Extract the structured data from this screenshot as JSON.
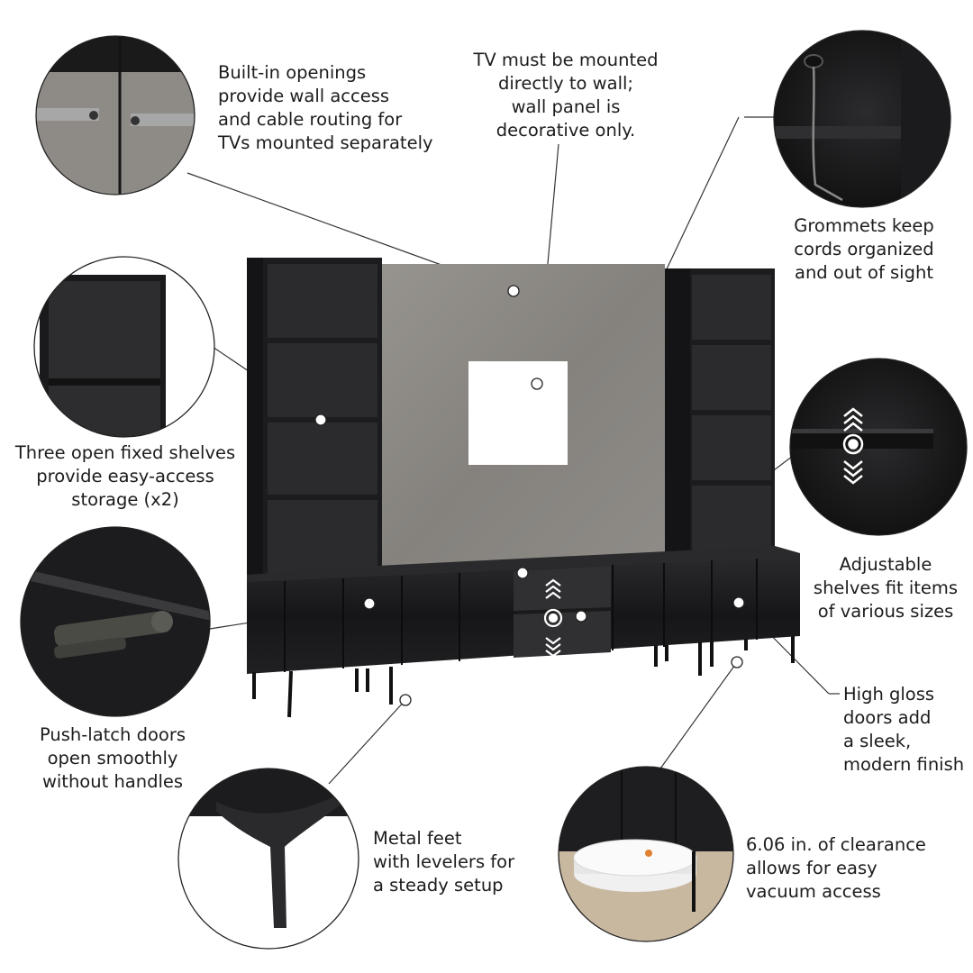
{
  "callouts": {
    "wall_access": [
      "Built-in openings",
      "provide wall access",
      "and cable routing for",
      "TVs mounted separately"
    ],
    "tv_note": [
      "TV must be mounted",
      "directly to wall;",
      "wall panel is",
      "decorative only."
    ],
    "grommets": [
      "Grommets keep",
      "cords organized",
      "and out of sight"
    ],
    "fixed_shelves": [
      "Three open fixed shelves",
      "provide easy-access",
      "storage (x2)"
    ],
    "adjustable_shelves": [
      "Adjustable",
      "shelves fit items",
      "of various sizes"
    ],
    "push_latch": [
      "Push-latch doors",
      "open smoothly",
      "without handles"
    ],
    "high_gloss": [
      "High gloss",
      "doors add",
      "a sleek,",
      "modern finish"
    ],
    "metal_feet": [
      "Metal feet",
      "with levelers for",
      "a steady setup"
    ],
    "clearance": [
      "6.06 in. of clearance",
      "allows for easy",
      "vacuum access"
    ]
  },
  "colors": {
    "cabinet_black": "#1f1f21",
    "cabinet_edge": "#333335",
    "panel_gray": "#8a8886",
    "text": "#1c1c1c",
    "leader_line": "#333333"
  }
}
